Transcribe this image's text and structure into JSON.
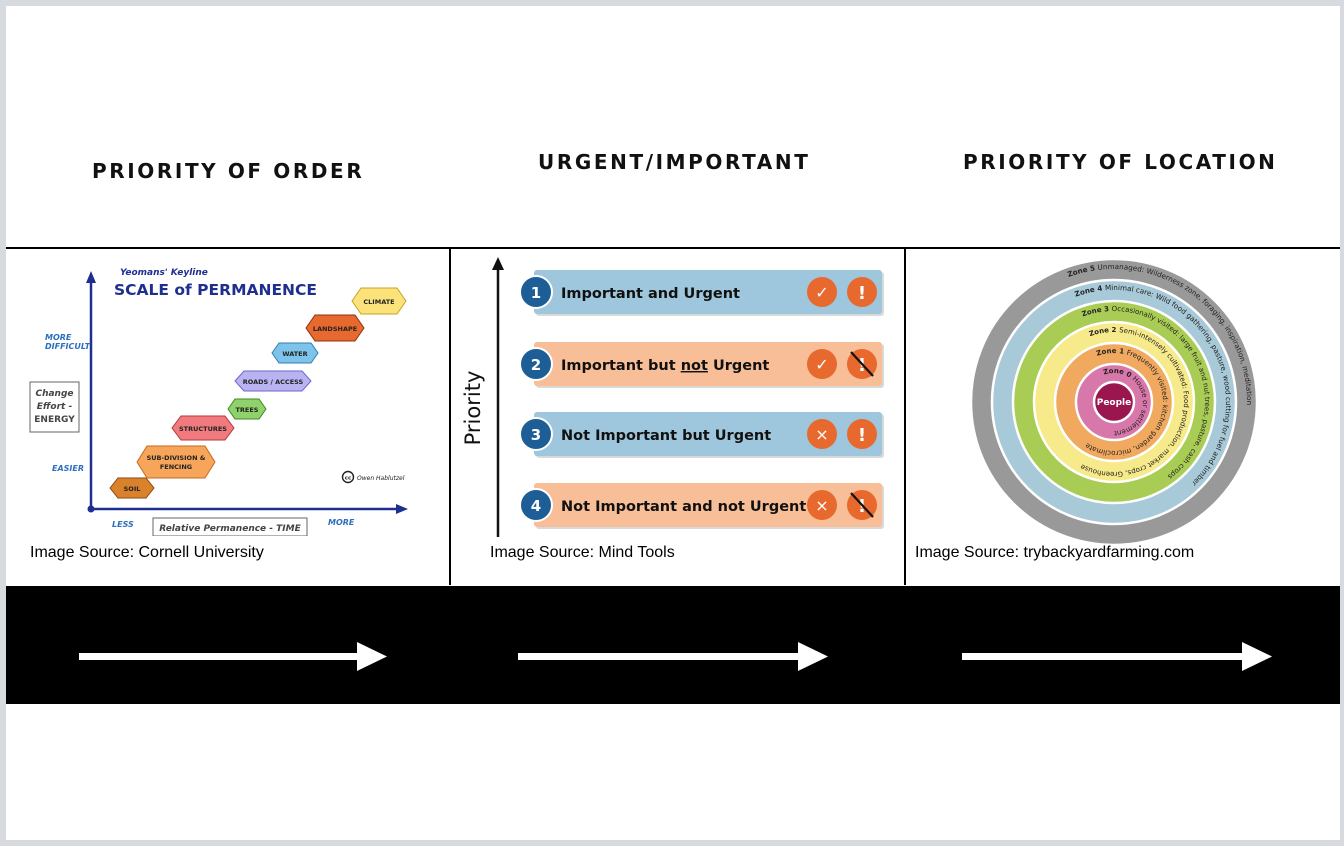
{
  "slide": {
    "columns": [
      {
        "title": "PRIORITY OF ORDER",
        "source": "Image Source: Cornell University"
      },
      {
        "title": "URGENT/IMPORTANT",
        "source": "Image Source: Mind Tools"
      },
      {
        "title": "PRIORITY OF LOCATION",
        "source": "Image Source: trybackyardfarming.com"
      }
    ]
  },
  "scale": {
    "subtitle": "Yeomans' Keyline",
    "title": "SCALE of PERMANENCE",
    "y_top": "MORE",
    "y_top2": "DIFFICULT",
    "y_bottom": "EASIER",
    "y_box": [
      "Change",
      "Effort -",
      "ENERGY"
    ],
    "x_left": "LESS",
    "x_right": "MORE",
    "x_box": "Relative Permanence - TIME",
    "credit": "Owen Hablutzel",
    "steps": [
      "SOIL",
      "SUB-DIVISION &",
      "FENCING",
      "STRUCTURES",
      "TREES",
      "ROADS / ACCESS",
      "WATER",
      "LANDSHAPE",
      "CLIMATE"
    ],
    "colors": [
      "#d9822b",
      "#f7a55a",
      "#f07a7e",
      "#8fd16b",
      "#b9b3f2",
      "#7ec3ea",
      "#e8692e",
      "#fbe27a"
    ]
  },
  "matrix": {
    "axis": "Priority",
    "items": [
      {
        "n": "1",
        "pre": "Important and Urgent",
        "u": "",
        "post": "",
        "color": "#9ec6dc",
        "check": "✓",
        "excl": "!",
        "crossed": false
      },
      {
        "n": "2",
        "pre": "Important but ",
        "u": "not",
        "post": " Urgent",
        "color": "#f7be98",
        "check": "✓",
        "excl": "!",
        "crossed": true
      },
      {
        "n": "3",
        "pre": "Not Important but Urgent",
        "u": "",
        "post": "",
        "color": "#9ec6dc",
        "check": "×",
        "excl": "!",
        "crossed": false
      },
      {
        "n": "4",
        "pre": "Not Important and not Urgent",
        "u": "",
        "post": "",
        "color": "#f7be98",
        "check": "×",
        "excl": "!",
        "crossed": true
      }
    ]
  },
  "zones": {
    "center": "People",
    "rings": [
      {
        "label": "Zone 5",
        "text": "Unmanaged: Wilderness zone, foraging, inspiration, meditation",
        "color": "#999999"
      },
      {
        "label": "Zone 4",
        "text": "Minimal care: Wild food gathering, pasture, wood cutting for fuel and timber",
        "color": "#a8c9d7"
      },
      {
        "label": "Zone 3",
        "text": "Occasionally visited: large fruit and nut trees, pasture, cash crops",
        "color": "#a9cd54"
      },
      {
        "label": "Zone 2",
        "text": "Semi-intensely cultivated: Food production, market crops, Greenhouse",
        "color": "#f7ea8a"
      },
      {
        "label": "Zone 1",
        "text": "Frequently visited: kitchen garden, microclimate",
        "color": "#f0a95f"
      },
      {
        "label": "Zone 0",
        "text": "House or settlement",
        "color": "#d877a9"
      }
    ],
    "center_color": "#99164f"
  }
}
